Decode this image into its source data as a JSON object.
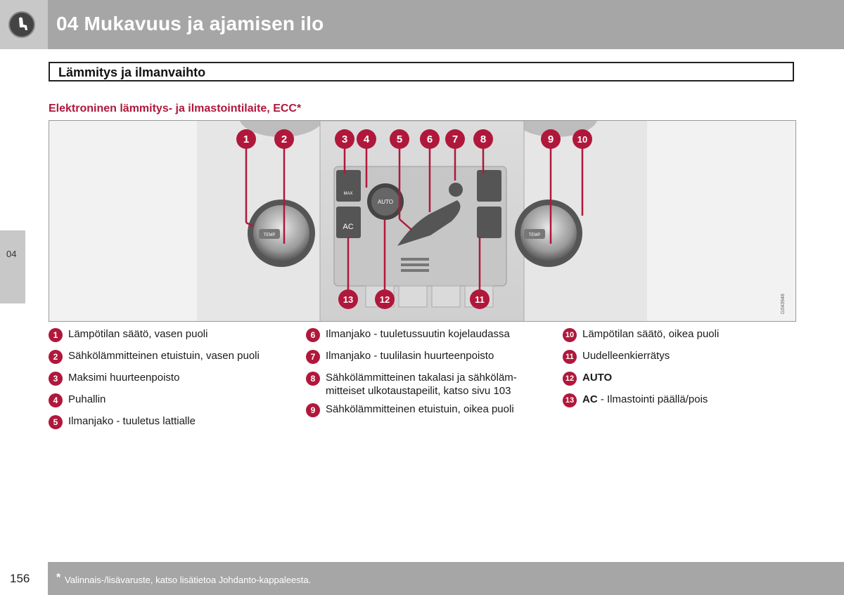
{
  "header": {
    "title": "04 Mukavuus ja ajamisen ilo",
    "icon": "seat-icon"
  },
  "side_tab": "04",
  "section_title": "Lämmitys ja ilmanvaihto",
  "subheading": "Elektroninen lämmitys- ja ilmastointilaite, ECC*",
  "figure": {
    "ref_code": "G043948",
    "labels": {
      "temp": "TEMP",
      "auto": "AUTO",
      "ac": "AC",
      "max": "MAX"
    },
    "callouts": [
      "1",
      "2",
      "3",
      "4",
      "5",
      "6",
      "7",
      "8",
      "9",
      "10",
      "11",
      "12",
      "13"
    ]
  },
  "legend": [
    {
      "n": "1",
      "text": "Lämpötilan säätö, vasen puoli"
    },
    {
      "n": "2",
      "text": "Sähkölämmitteinen etuistuin, vasen puoli"
    },
    {
      "n": "3",
      "text": "Maksimi huurteenpoisto"
    },
    {
      "n": "4",
      "text": "Puhallin"
    },
    {
      "n": "5",
      "text": "Ilmanjako - tuuletus lattialle"
    },
    {
      "n": "6",
      "text": "Ilmanjako - tuuletussuutin kojelaudassa"
    },
    {
      "n": "7",
      "text": "Ilmanjako - tuulilasin huurteenpoisto"
    },
    {
      "n": "8",
      "text": "Sähkölämmitteinen takalasi ja sähköläm-\nmitteiset ulkotaustapeilit, katso sivu 103"
    },
    {
      "n": "9",
      "text": "Sähkölämmitteinen etuistuin, oikea puoli"
    },
    {
      "n": "10",
      "text": "Lämpötilan säätö, oikea puoli"
    },
    {
      "n": "11",
      "text": "Uudelleenkierrätys"
    },
    {
      "n": "12",
      "bold": "AUTO",
      "text": ""
    },
    {
      "n": "13",
      "bold": "AC",
      "text": " - Ilmastointi päällä/pois"
    }
  ],
  "footer": {
    "page_number": "156",
    "star": "*",
    "note": "Valinnais-/lisävaruste, katso lisätietoa Johdanto-kappaleesta."
  },
  "colors": {
    "accent": "#b0183b",
    "header_bg": "#a6a6a6",
    "tab_bg": "#c8c8c8"
  }
}
